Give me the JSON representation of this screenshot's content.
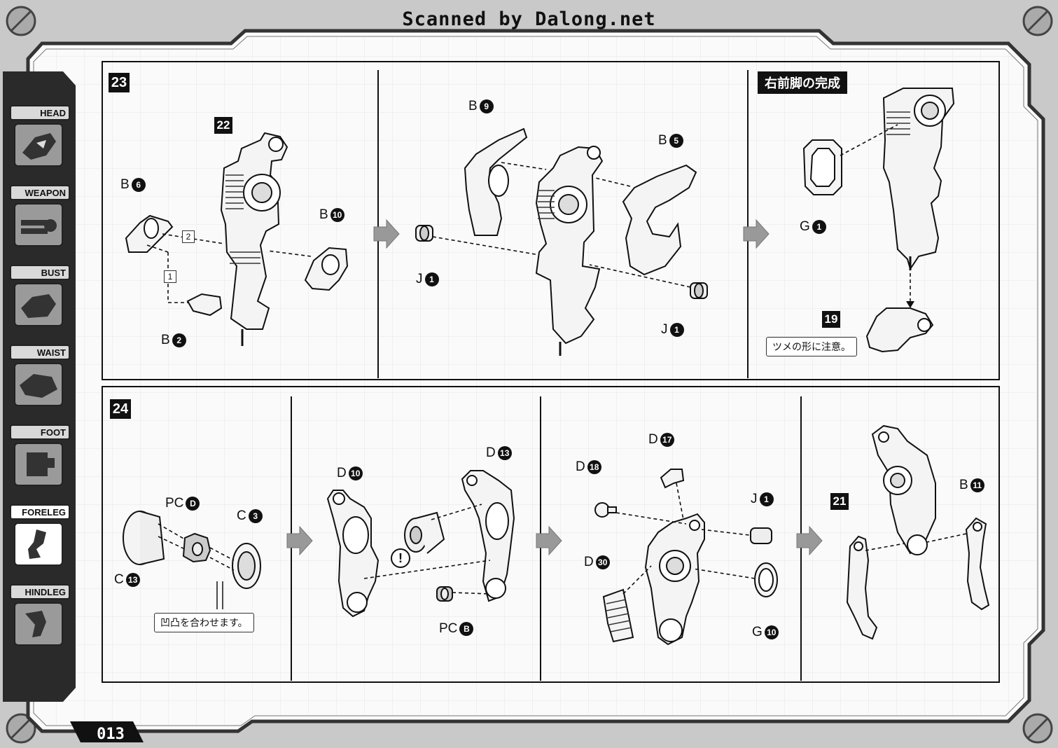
{
  "watermark": "Scanned by Dalong.net",
  "page_number": "013",
  "sidebar": {
    "tabs": [
      {
        "label": "HEAD",
        "icon": "head-icon"
      },
      {
        "label": "WEAPON",
        "icon": "weapon-icon"
      },
      {
        "label": "BUST",
        "icon": "bust-icon"
      },
      {
        "label": "WAIST",
        "icon": "waist-icon"
      },
      {
        "label": "FOOT",
        "icon": "foot-icon"
      },
      {
        "label": "FORELEG",
        "icon": "foreleg-icon",
        "active": true
      },
      {
        "label": "HINDLEG",
        "icon": "hindleg-icon"
      }
    ]
  },
  "step23": {
    "number": "23",
    "panel1": {
      "sub_assembly": "22",
      "parts": [
        {
          "letter": "B",
          "num": "6"
        },
        {
          "letter": "B",
          "num": "10"
        },
        {
          "letter": "B",
          "num": "2"
        }
      ],
      "order": [
        "1",
        "2"
      ]
    },
    "panel2": {
      "parts": [
        {
          "letter": "B",
          "num": "9"
        },
        {
          "letter": "B",
          "num": "5"
        },
        {
          "letter": "J",
          "num": "1"
        },
        {
          "letter": "J",
          "num": "1"
        }
      ]
    },
    "panel3": {
      "title": "右前脚の完成",
      "parts": [
        {
          "letter": "G",
          "num": "1"
        }
      ],
      "sub_assembly": "19",
      "note": "ツメの形に注意。"
    }
  },
  "step24": {
    "number": "24",
    "panel1": {
      "parts": [
        {
          "letter": "PC",
          "num": "D"
        },
        {
          "letter": "C",
          "num": "3"
        },
        {
          "letter": "C",
          "num": "13"
        }
      ],
      "note": "凹凸を合わせます。"
    },
    "panel2": {
      "parts": [
        {
          "letter": "D",
          "num": "10"
        },
        {
          "letter": "D",
          "num": "13"
        },
        {
          "letter": "PC",
          "num": "B"
        }
      ],
      "caution": "!"
    },
    "panel3": {
      "parts": [
        {
          "letter": "D",
          "num": "17"
        },
        {
          "letter": "D",
          "num": "18"
        },
        {
          "letter": "J",
          "num": "1"
        },
        {
          "letter": "D",
          "num": "30"
        },
        {
          "letter": "G",
          "num": "10"
        }
      ]
    },
    "panel4": {
      "parts": [
        {
          "letter": "B",
          "num": "11"
        }
      ],
      "sub_assembly": "21"
    }
  }
}
